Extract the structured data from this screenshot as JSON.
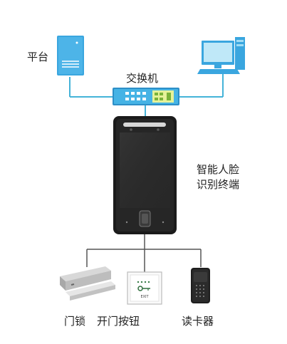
{
  "labels": {
    "platform": "平台",
    "switch": "交换机",
    "terminal_line1": "智能人脸",
    "terminal_line2": "识别终端",
    "door_lock": "门锁",
    "exit_button": "开门按钮",
    "card_reader": "读卡器"
  },
  "exit_button_text": "EXIT",
  "colors": {
    "line": "#45b3d8",
    "server": "#3aa6df",
    "switch": "#3fa7dc",
    "terminal_body": "#1f1f1f",
    "bottom_line": "#555555"
  },
  "icons": [
    "server-icon",
    "pc-icon",
    "switch-icon",
    "face-terminal-icon",
    "door-lock-icon",
    "exit-button-icon",
    "card-reader-icon"
  ]
}
